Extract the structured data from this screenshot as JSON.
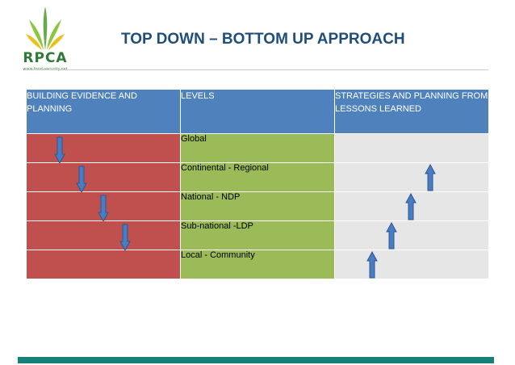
{
  "logo": {
    "name": "RPCA",
    "tagline": "www.food-security.net"
  },
  "title": "TOP DOWN – BOTTOM UP APPROACH",
  "table": {
    "headers": [
      "BUILDING EVIDENCE AND PLANNING",
      "LEVELS",
      "STRATEGIES AND PLANNING FROM LESSONS LEARNED"
    ],
    "levels": [
      "Global",
      "Continental - Regional",
      "National - NDP",
      "Sub-national -LDP",
      "Local - Community"
    ]
  },
  "colors": {
    "header": "#4f81bd",
    "left_column": "#c0504d",
    "levels_column": "#9bbb59",
    "right_column": "#e6e6e6",
    "title": "#1f4e79",
    "footer_bar": "#17807a",
    "arrow": "#4a7cc0"
  },
  "icons": {
    "down_arrows": "arrow-down-icon",
    "up_arrows": "arrow-up-icon"
  }
}
